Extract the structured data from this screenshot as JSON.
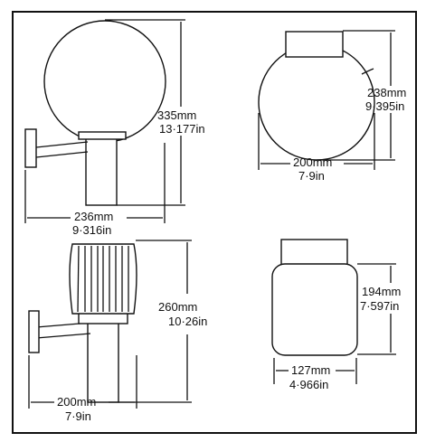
{
  "fixtures": [
    {
      "id": "globe-wall-light",
      "height": {
        "mm": "335mm",
        "in": "13·177in"
      },
      "width": {
        "mm": "236mm",
        "in": "9·316in"
      }
    },
    {
      "id": "globe-shade",
      "height": {
        "mm": "238mm",
        "in": "9·395in"
      },
      "width": {
        "mm": "200mm",
        "in": "7·9in"
      }
    },
    {
      "id": "ribbed-wall-light",
      "height": {
        "mm": "260mm",
        "in": "10·26in"
      },
      "width": {
        "mm": "200mm",
        "in": "7·9in"
      }
    },
    {
      "id": "cylinder-shade",
      "height": {
        "mm": "194mm",
        "in": "7·597in"
      },
      "width": {
        "mm": "127mm",
        "in": "4·966in"
      }
    }
  ]
}
